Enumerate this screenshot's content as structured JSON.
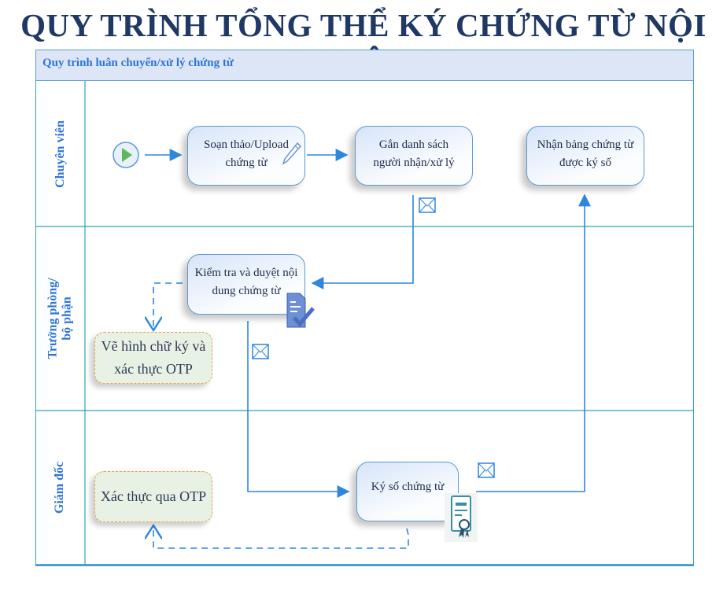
{
  "title": "QUY TRÌNH TỔNG THỂ KÝ CHỨNG TỪ NỘI BỘ",
  "pool": {
    "header": "Quy trình luân chuyển/xử lý chứng từ"
  },
  "lanes": [
    {
      "label": "Chuyên viên"
    },
    {
      "label_line1": "Trưởng phòng/",
      "label_line2": "bộ phận"
    },
    {
      "label": "Giám đốc"
    }
  ],
  "tasks": {
    "draft": {
      "line1": "Soạn thảo/Upload",
      "line2": "chứng từ"
    },
    "assign": {
      "line1": "Gắn danh sách",
      "line2": "người nhận/xử lý"
    },
    "receive": {
      "line1": "Nhận bảng chứng từ",
      "line2": "được ký số"
    },
    "review": {
      "line1": "Kiểm tra và duyệt nội",
      "line2": "dung chứng từ"
    },
    "draw_sig": {
      "line1": "Vẽ hình chữ ký và",
      "line2": "xác thực OTP"
    },
    "otp": {
      "label": "Xác thực qua OTP"
    },
    "sign": {
      "label": "Ký số chứng từ"
    }
  },
  "colors": {
    "title": "#1f3864",
    "accent": "#2e75d6",
    "lane_border": "#2aa5b8",
    "start": "#5cb85c",
    "dashed_border": "#f0a040"
  }
}
